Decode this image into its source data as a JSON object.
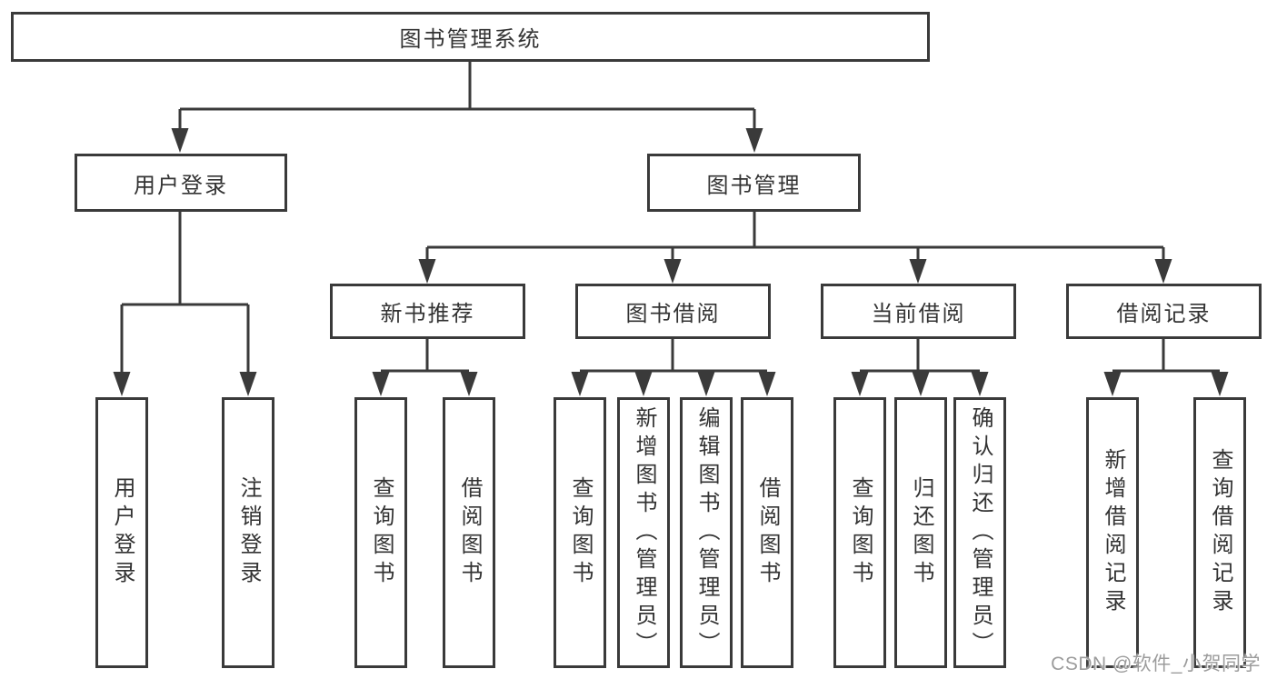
{
  "diagram": {
    "root": {
      "label": "图书管理系统"
    },
    "level2": [
      {
        "label": "用户登录"
      },
      {
        "label": "图书管理"
      }
    ],
    "level3": [
      {
        "label": "新书推荐"
      },
      {
        "label": "图书借阅"
      },
      {
        "label": "当前借阅"
      },
      {
        "label": "借阅记录"
      }
    ],
    "leaves": [
      {
        "label": "用户登录"
      },
      {
        "label": "注销登录"
      },
      {
        "label": "查询图书"
      },
      {
        "label": "借阅图书"
      },
      {
        "label": "查询图书"
      },
      {
        "label": "新增图书（管理员）"
      },
      {
        "label": "编辑图书（管理员）"
      },
      {
        "label": "借阅图书"
      },
      {
        "label": "查询图书"
      },
      {
        "label": "归还图书"
      },
      {
        "label": "确认归还（管理员）"
      },
      {
        "label": "新增借阅记录"
      },
      {
        "label": "查询借阅记录"
      }
    ]
  },
  "watermark": {
    "text": "CSDN @软件_小贺同学"
  },
  "colors": {
    "line": "#3a3a3a",
    "text": "#333333",
    "background": "#ffffff",
    "watermark": "#9c9c9c"
  }
}
